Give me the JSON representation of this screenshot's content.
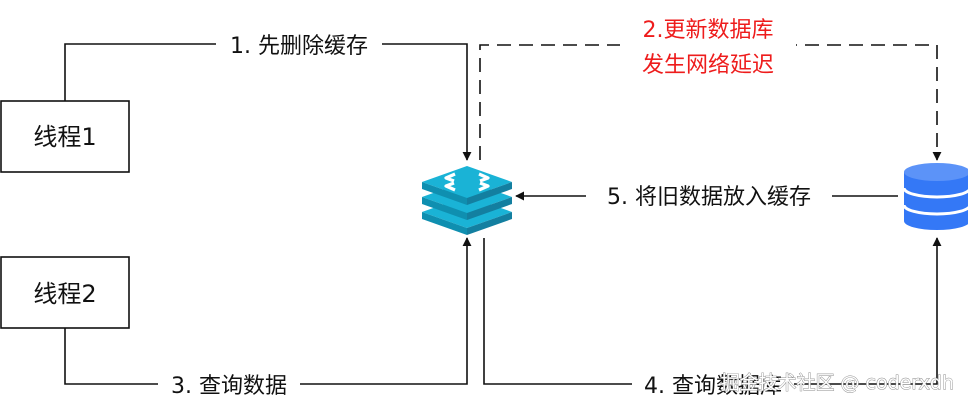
{
  "nodes": {
    "thread1": "线程1",
    "thread2": "线程2"
  },
  "edges": {
    "step1": "1. 先删除缓存",
    "step2_line1": "2.更新数据库",
    "step2_line2": "发生网络延迟",
    "step3": "3. 查询数据",
    "step4": "4. 查询数据库",
    "step5": "5. 将旧数据放入缓存"
  },
  "watermark": "掘金技术社区 @ coderxdh",
  "icons": {
    "cache": "redis-cache-icon",
    "database": "database-icon"
  },
  "colors": {
    "cache": "#1ab3d6",
    "database": "#3478f6",
    "delay_label": "#ee1c1c",
    "line": "#111111"
  }
}
